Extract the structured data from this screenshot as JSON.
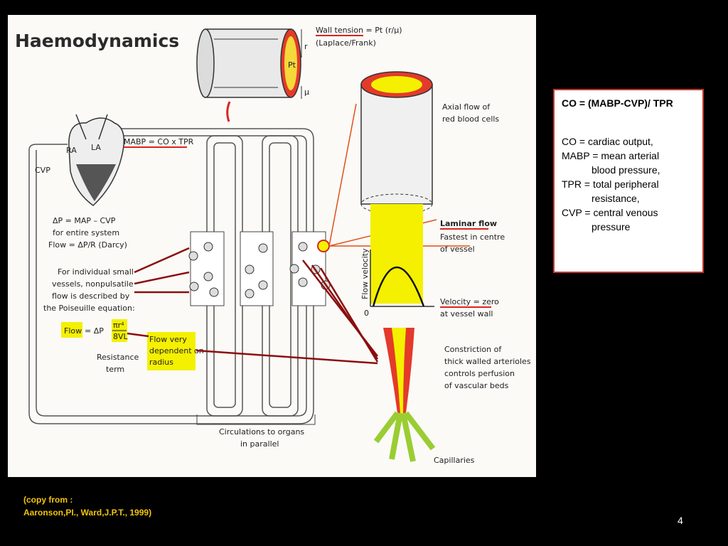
{
  "figure": {
    "title": "Haemodynamics",
    "wall_tension": "Wall tension = Pt (r/μ)",
    "laplace": "(Laplace/Frank)",
    "r_symbol": "r",
    "mu_symbol": "μ",
    "pt_symbol": "Pt",
    "ra": "RA",
    "la": "LA",
    "cvp": "CVP",
    "mabp_eq": "MABP = CO x TPR",
    "dp_line1": "ΔP = MAP – CVP",
    "dp_line2": "for entire system",
    "dp_line3": "Flow = ΔP/R (Darcy)",
    "indiv_line1": "For individual small",
    "indiv_line2": "vessels, nonpulsatile",
    "indiv_line3": "flow is described by",
    "indiv_line4": "the Poiseuille equation:",
    "flow_label": "Flow",
    "eq_dp": "= ΔP",
    "eq_num": "πr⁴",
    "eq_den": "8VL",
    "resistance1": "Resistance",
    "resistance2": "term",
    "dep1": "Flow very",
    "dep2": "dependent on",
    "dep3": "radius",
    "axial1": "Axial flow of",
    "axial2": "red blood cells",
    "laminar": "Laminar flow",
    "fastest1": "Fastest in centre",
    "fastest2": "of vessel",
    "flow_velocity": "Flow velocity",
    "zero": "0",
    "velocity_zero1": "Velocity = zero",
    "velocity_zero2": "at vessel wall",
    "constriction1": "Constriction of",
    "constriction2": "thick walled arterioles",
    "constriction3": "controls perfusion",
    "constriction4": "of vascular beds",
    "capillaries": "Capillaries",
    "circ1": "Circulations to organs",
    "circ2": "in parallel"
  },
  "side_box": {
    "formula": "CO = (MABP-CVP)/ TPR",
    "def1_a": "CO = cardiac output,",
    "def2_a": "MABP = mean arterial",
    "def2_b": "blood pressure,",
    "def3_a": "TPR = total peripheral",
    "def3_b": "resistance,",
    "def4_a": "CVP = central venous",
    "def4_b": "pressure"
  },
  "copy_note": {
    "line1": "(copy from :",
    "line2": "Aaronson,PI., Ward,J.P.T., 1999)"
  },
  "page_number": "4",
  "colors": {
    "accent_red": "#d7261e",
    "highlight_yellow": "#f4f000",
    "slide_bg": "#000000"
  }
}
